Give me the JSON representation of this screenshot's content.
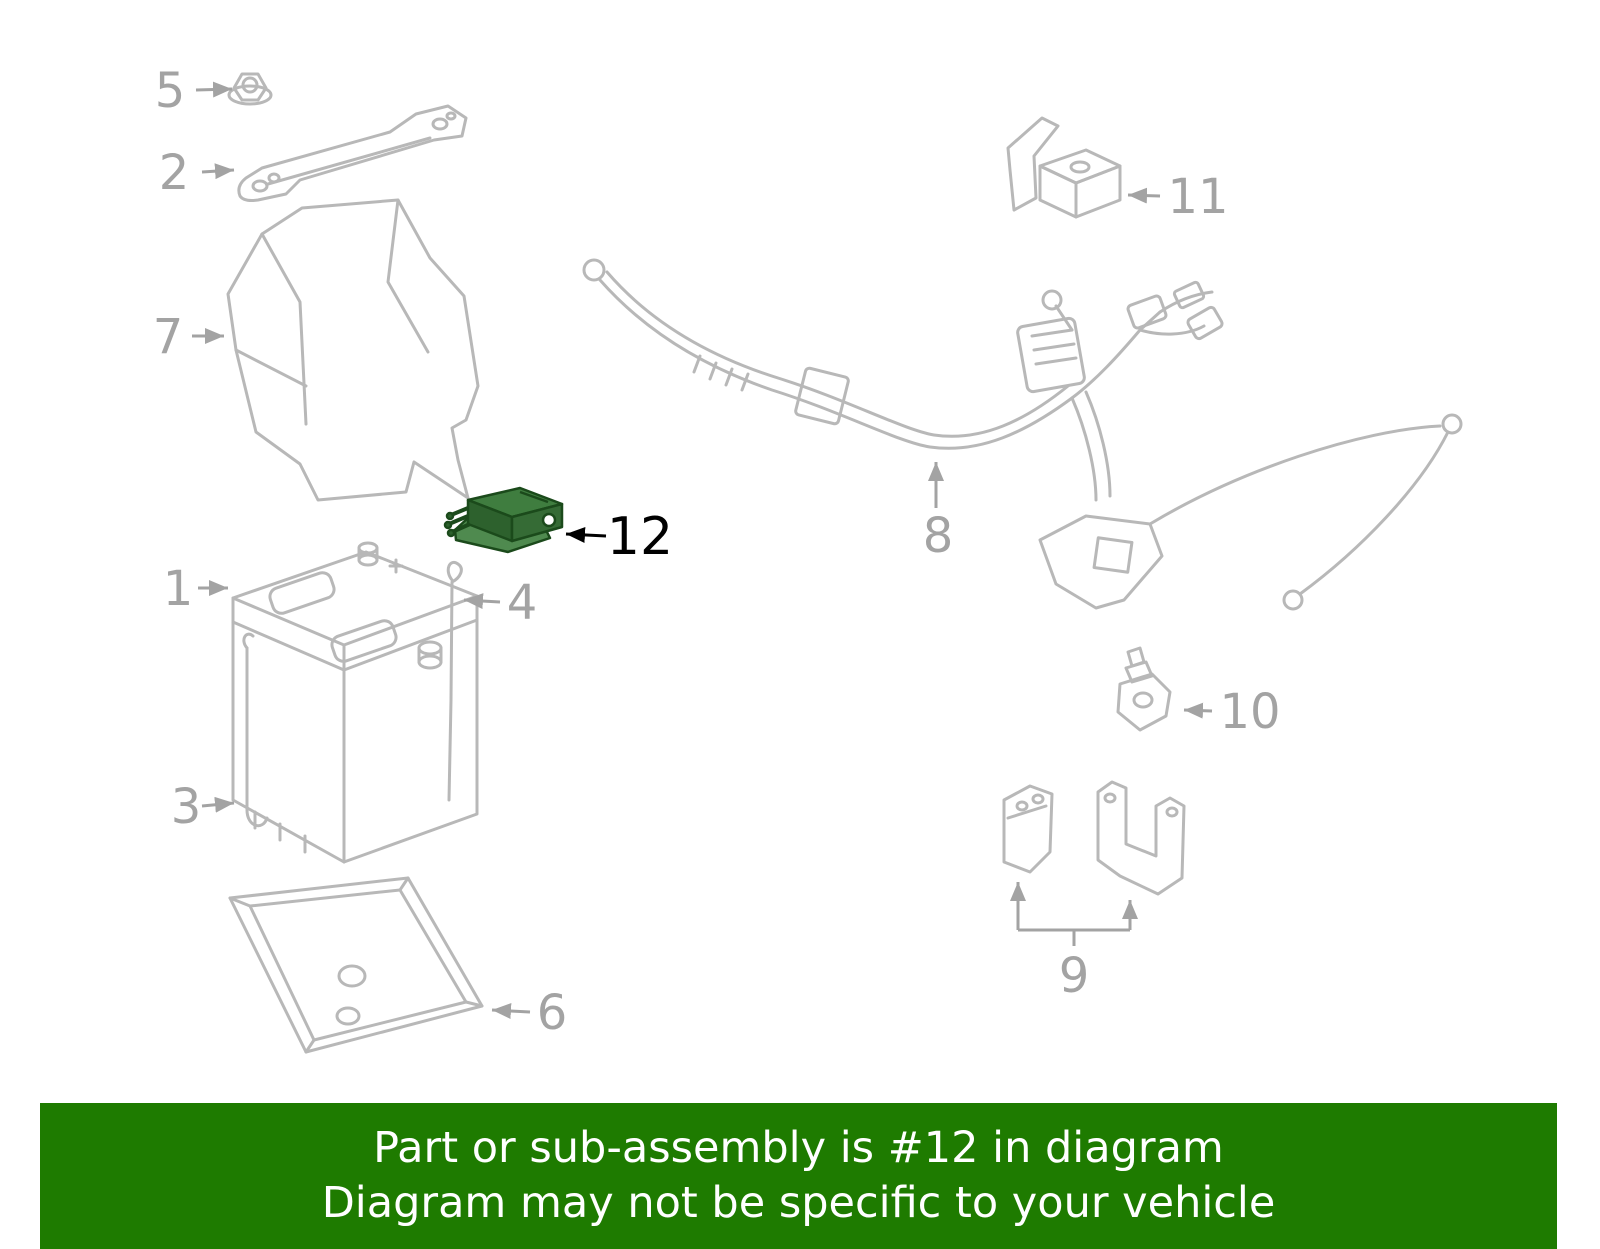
{
  "diagram": {
    "callouts": {
      "n1": "1",
      "n2": "2",
      "n3": "3",
      "n4": "4",
      "n5": "5",
      "n6": "6",
      "n7": "7",
      "n8": "8",
      "n9": "9",
      "n10": "10",
      "n11": "11",
      "n12": "12"
    },
    "highlighted_part": "12",
    "parts": [
      {
        "num": "1",
        "name": "battery"
      },
      {
        "num": "2",
        "name": "hold-down-bar"
      },
      {
        "num": "3",
        "name": "hold-down-rod-left"
      },
      {
        "num": "4",
        "name": "hold-down-rod-right"
      },
      {
        "num": "5",
        "name": "nut"
      },
      {
        "num": "6",
        "name": "battery-tray"
      },
      {
        "num": "7",
        "name": "battery-cover"
      },
      {
        "num": "8",
        "name": "wiring-harness"
      },
      {
        "num": "9",
        "name": "bracket-pair"
      },
      {
        "num": "10",
        "name": "clip"
      },
      {
        "num": "11",
        "name": "terminal-fuse-block"
      },
      {
        "num": "12",
        "name": "fusible-link-highlighted"
      }
    ]
  },
  "banner": {
    "line1": "Part or sub-assembly is #12 in diagram",
    "line2": "Diagram may not be specific to your vehicle"
  },
  "colors": {
    "banner_background": "#1e7b00",
    "banner_text": "#ffffff",
    "highlight_part_green": "#2d612d",
    "diagram_line_gray": "#b8b8b8",
    "callout_gray": "#a3a3a3",
    "active_callout_black": "#000000"
  }
}
